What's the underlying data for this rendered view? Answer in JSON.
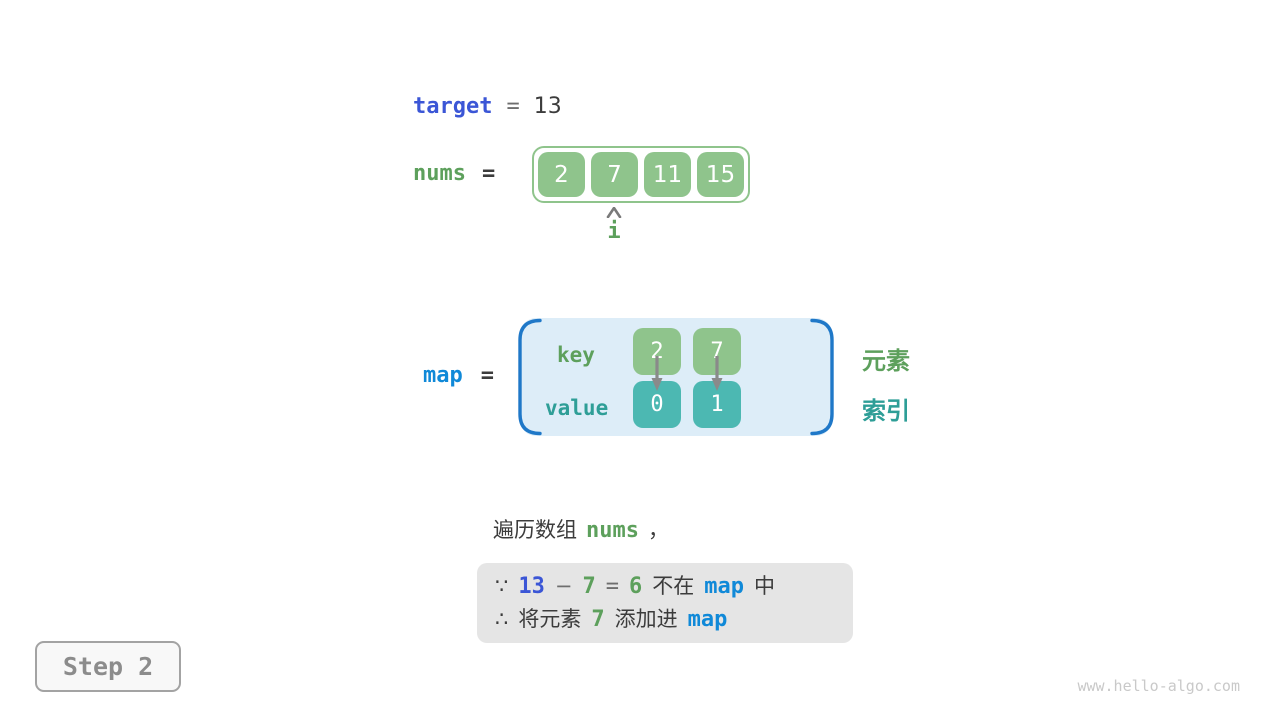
{
  "target_row": {
    "var": "target",
    "eq": "=",
    "value": "13"
  },
  "nums_row": {
    "var": "nums",
    "eq": "=",
    "cells": [
      "2",
      "7",
      "11",
      "15"
    ],
    "pointer_label": "i",
    "pointer_index": 1
  },
  "map_row": {
    "var": "map",
    "eq": "=",
    "key_label": "key",
    "value_label": "value",
    "entries": [
      {
        "key": "2",
        "value": "0"
      },
      {
        "key": "7",
        "value": "1"
      }
    ],
    "element_label": "元素",
    "index_label": "索引"
  },
  "caption": {
    "prefix": "遍历数组",
    "var": "nums",
    "comma": "，"
  },
  "note_box": {
    "because_symbol": "∵",
    "therefore_symbol": "∴",
    "l1_target": "13",
    "l1_minus": "−",
    "l1_num": "7",
    "l1_eq": "=",
    "l1_diff": "6",
    "l1_text1": "不在",
    "l1_map": "map",
    "l1_text2": "中",
    "l2_text1": "将元素",
    "l2_num": "7",
    "l2_text2": "添加进",
    "l2_map": "map"
  },
  "step_badge": {
    "label": "Step 2"
  },
  "watermark": "www.hello-algo.com",
  "colors": {
    "royal_blue": "#3b56d6",
    "azure_blue": "#1089d8",
    "bracket_blue": "#1f78c8",
    "green_text": "#5da05c",
    "green_fill": "#8fc48c",
    "teal_text": "#2e9e97",
    "teal_fill": "#4cb8b2",
    "map_bg": "#ddedf8",
    "note_bg": "#e5e5e5",
    "dark_text": "#3c3c3c",
    "arrow_gray": "#8a8a8a"
  }
}
